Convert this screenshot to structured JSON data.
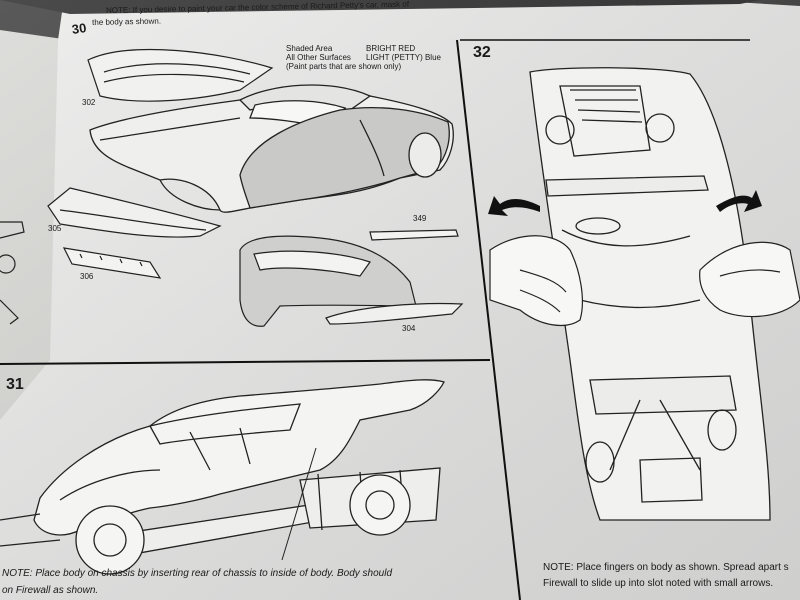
{
  "page": {
    "note_top_line1": "NOTE: If you desire to paint your car the color scheme of Richard Petty's car, mask of",
    "note_top_line2": "the body as shown.",
    "paint": {
      "shaded_label": "Shaded Area",
      "shaded_value": "BRIGHT RED",
      "other_label": "All Other Surfaces",
      "other_value": "LIGHT (PETTY) Blue",
      "paren_note": "(Paint parts that are shown only)"
    },
    "steps": {
      "s30": "30",
      "s31": "31",
      "s32": "32"
    },
    "parts": {
      "p302": "302",
      "p305": "305",
      "p306": "306",
      "p349": "349",
      "p304": "304"
    },
    "caption_31_line1": "NOTE: Place body on chassis by inserting rear of chassis to inside of body. Body should",
    "caption_31_line2": "on Firewall as shown.",
    "caption_32_line1": "NOTE: Place fingers on body as shown. Spread apart s",
    "caption_32_line2": "Firewall to slide up into slot noted with small arrows."
  },
  "colors": {
    "paper": "#e9e9e7",
    "ink": "#1a1a1a",
    "background": "#3a3a3a"
  }
}
